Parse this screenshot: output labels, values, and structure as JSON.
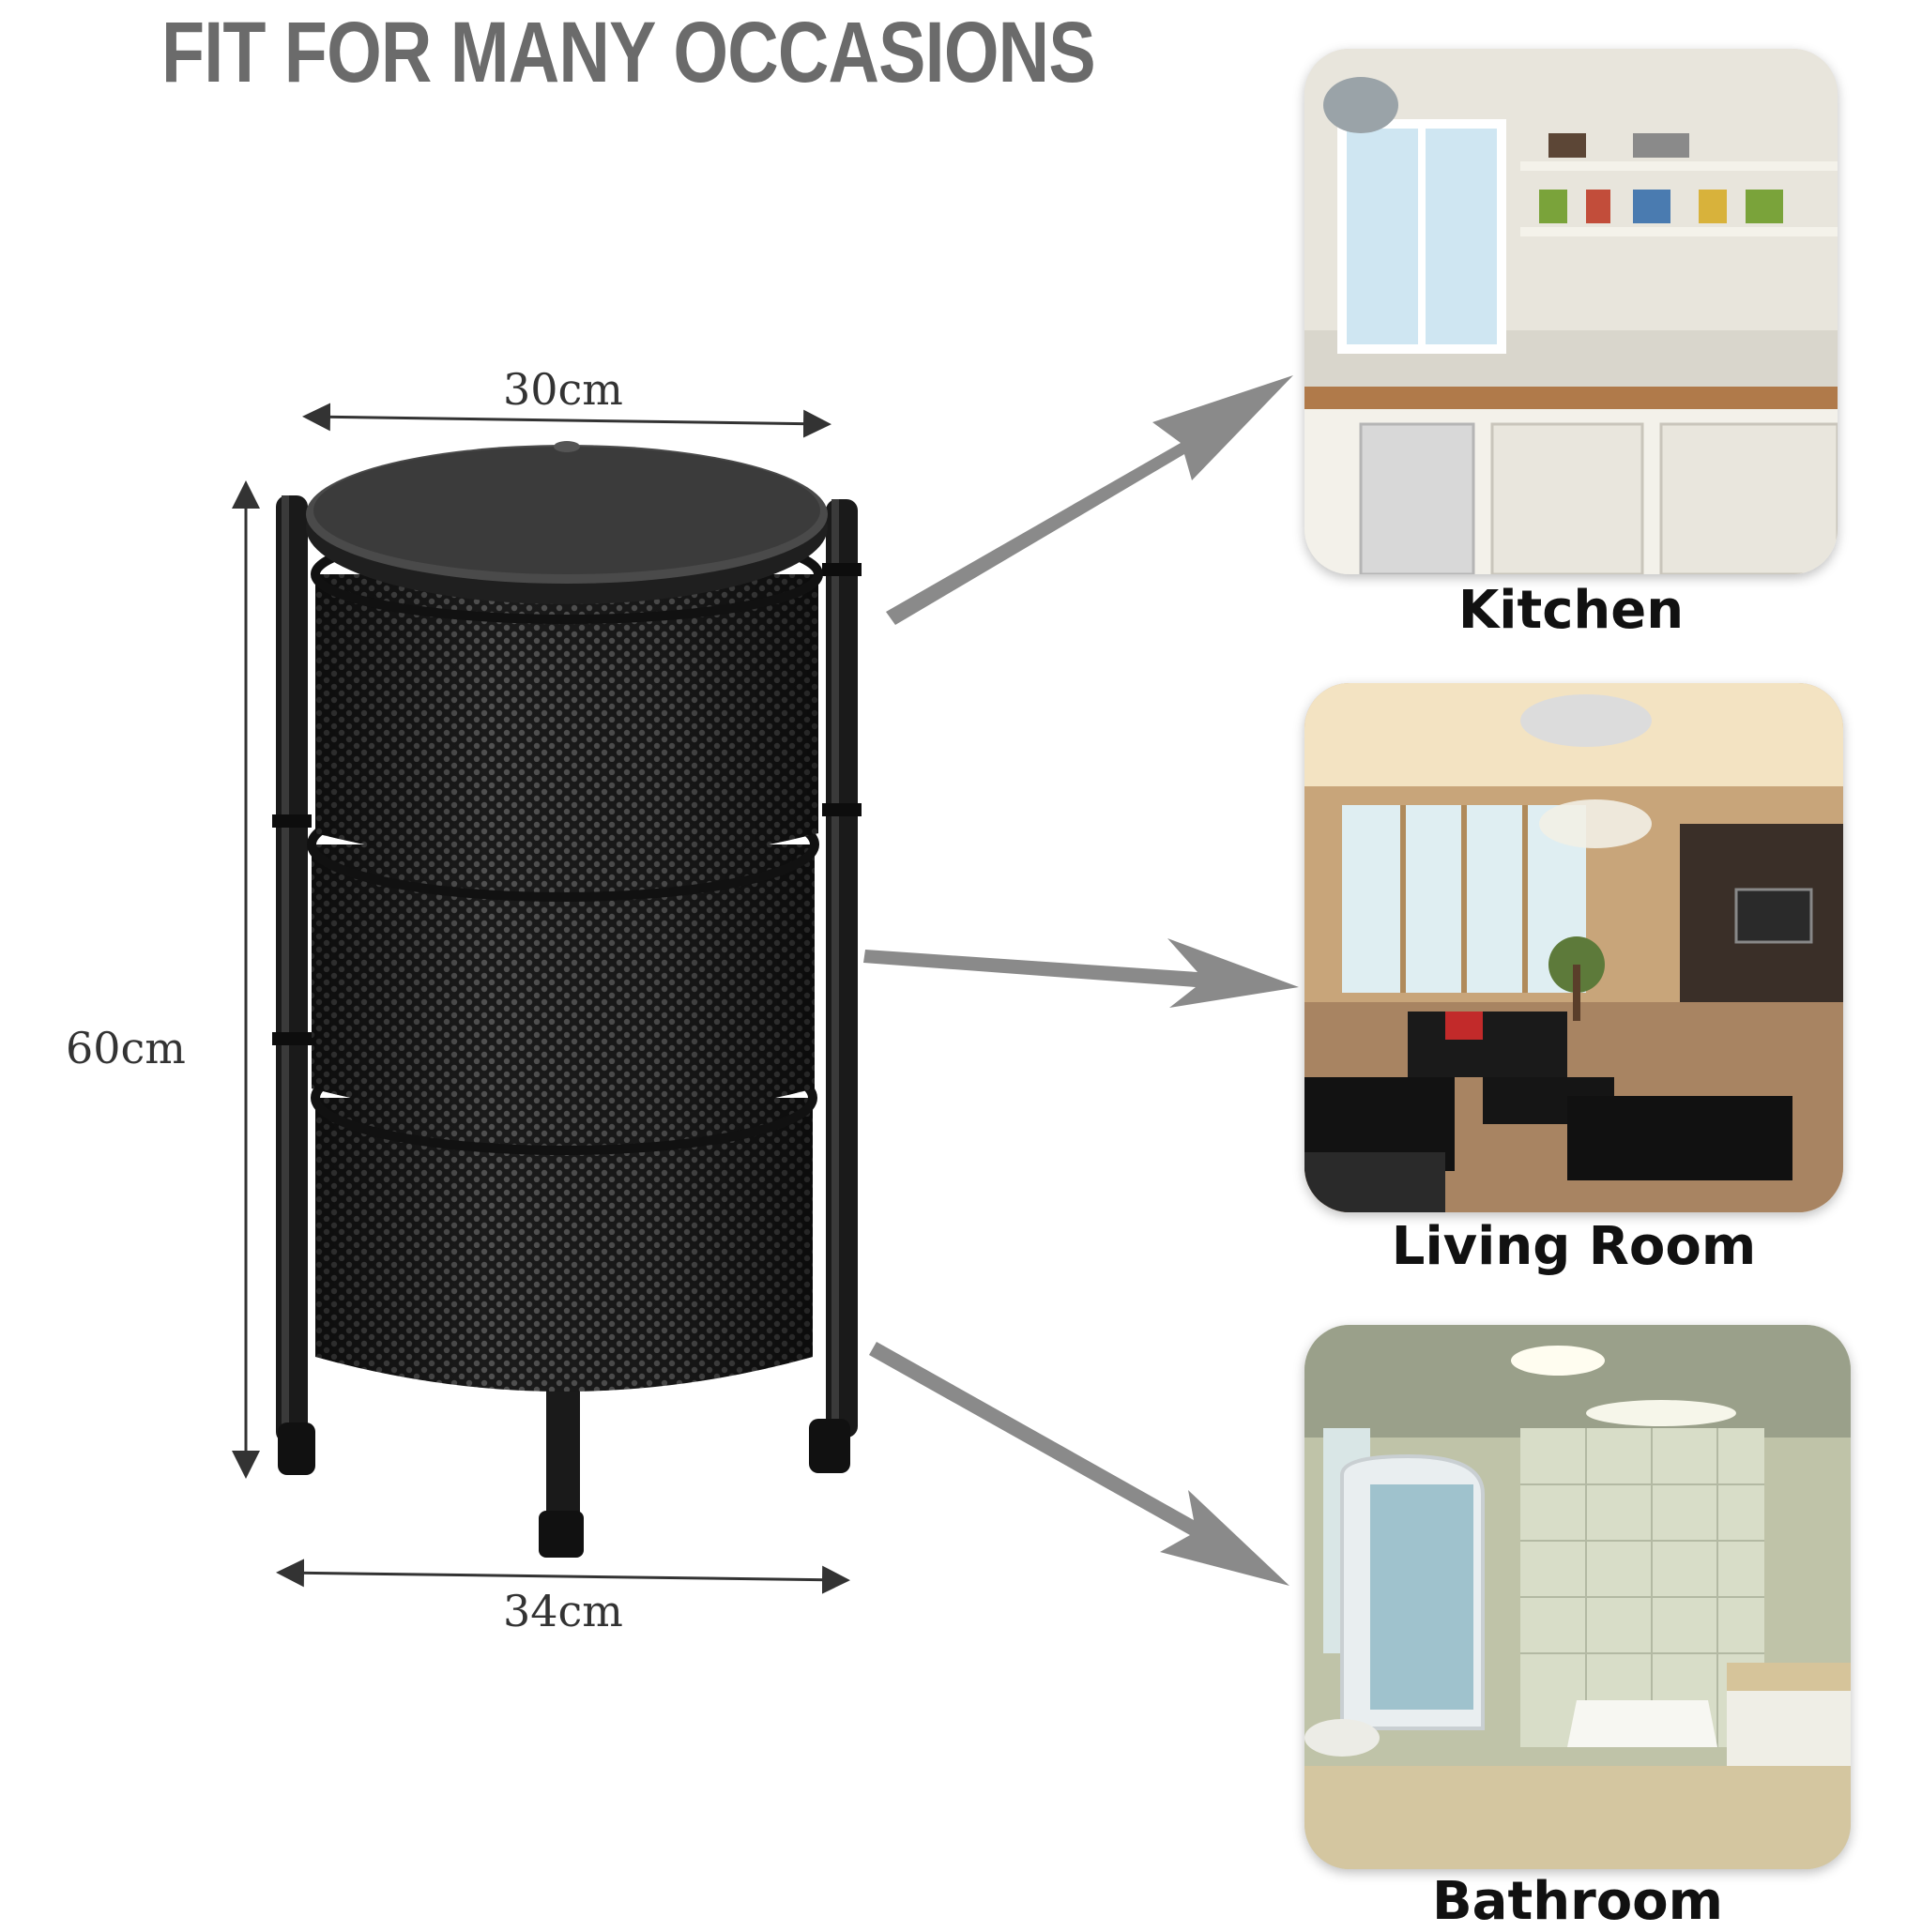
{
  "headline": "FIT FOR MANY OCCASIONS",
  "dimensions": {
    "top_width": "30cm",
    "bottom_width": "34cm",
    "height": "60cm"
  },
  "rooms": [
    {
      "label": "Kitchen"
    },
    {
      "label": "Living Room"
    },
    {
      "label": "Bathroom"
    }
  ],
  "colors": {
    "headline": "#6b6b6b",
    "product": "#1a1a1a",
    "arrow": "#8a8a8a"
  }
}
